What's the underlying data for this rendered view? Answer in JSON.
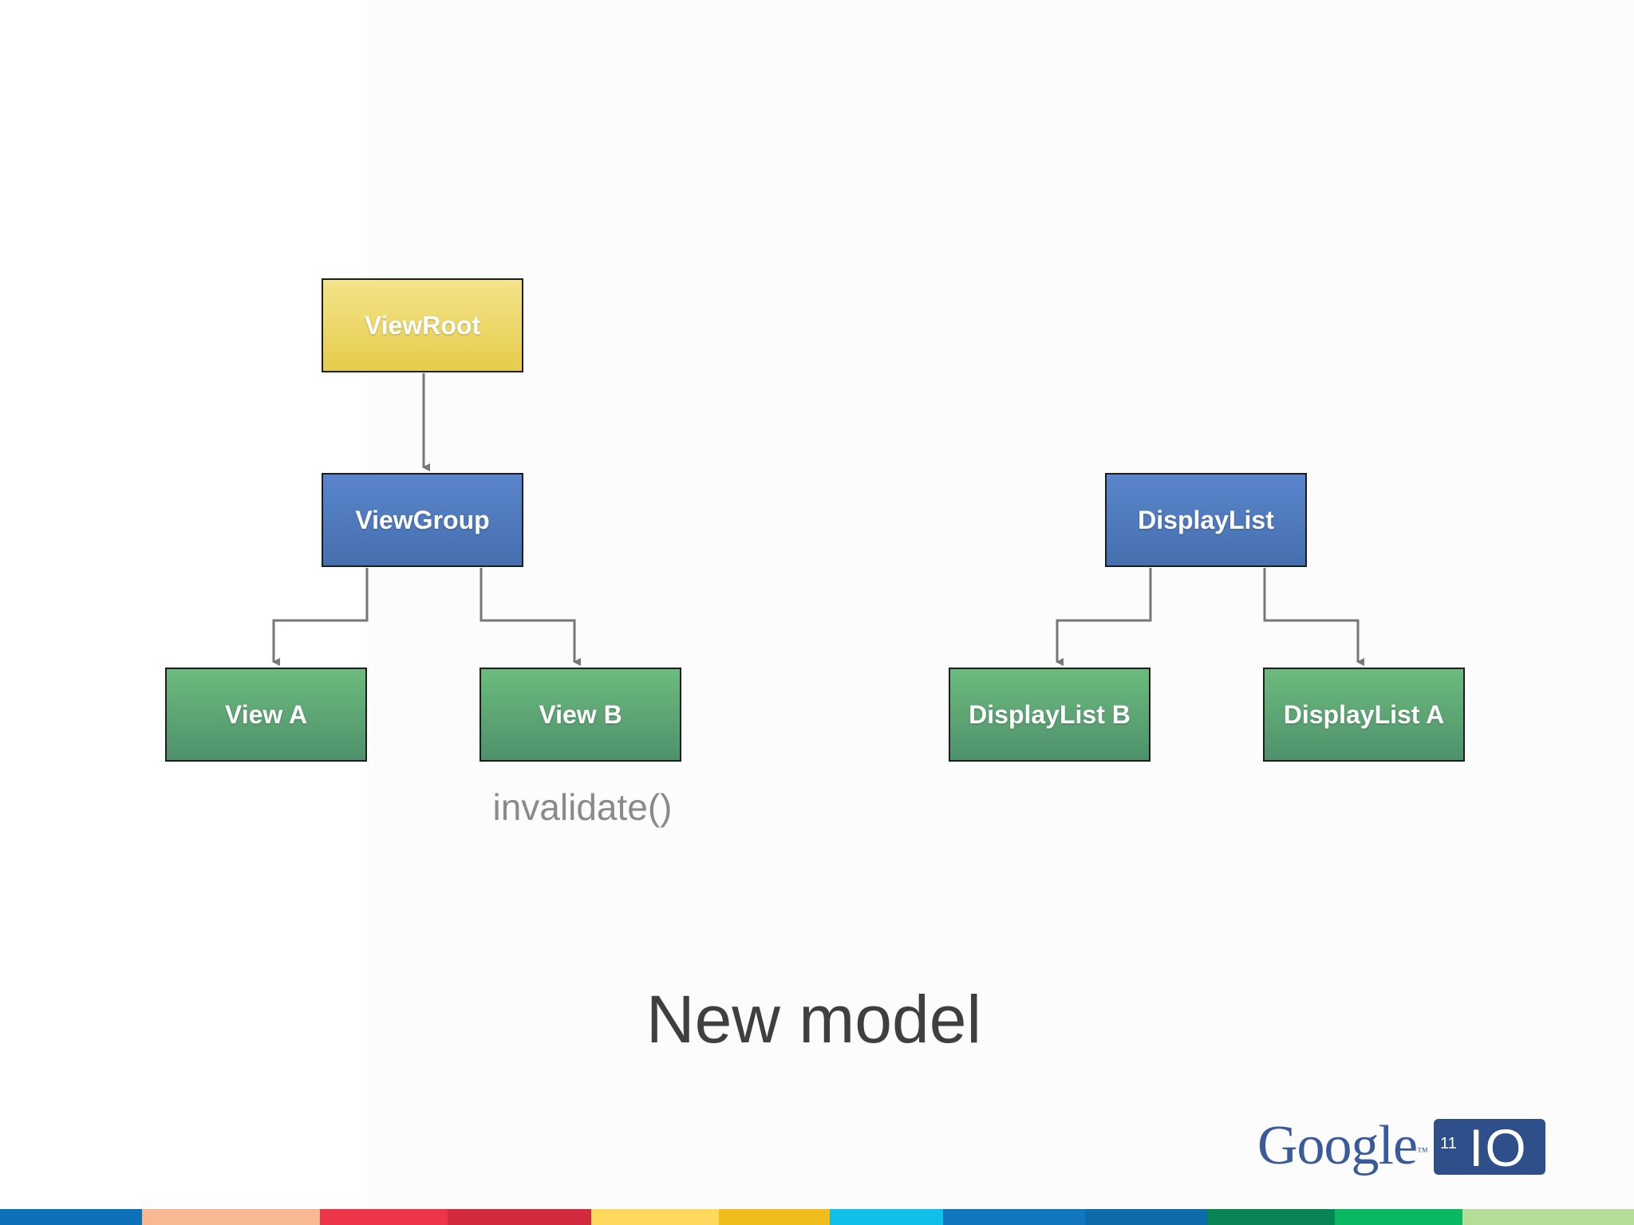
{
  "diagram": {
    "left_tree": {
      "root": "ViewRoot",
      "group": "ViewGroup",
      "children": [
        "View A",
        "View B"
      ]
    },
    "right_tree": {
      "root": "DisplayList",
      "children": [
        "DisplayList B",
        "DisplayList A"
      ]
    },
    "annotation": "invalidate()",
    "title": "New model"
  },
  "branding": {
    "logo_word": "Google",
    "logo_tm": "™",
    "badge_number": "11",
    "badge_text": "IO",
    "brand_color": "#2e4f8a"
  },
  "colors": {
    "root_node": "#e6cc4c",
    "group_node": "#456fae",
    "leaf_node": "#4f916c",
    "connector": "#777777"
  },
  "footer_bar": [
    {
      "color": "#0d71b9",
      "share": 0.087
    },
    {
      "color": "#f8b894",
      "share": 0.109
    },
    {
      "color": "#ee3447",
      "share": 0.078
    },
    {
      "color": "#d12b3d",
      "share": 0.088
    },
    {
      "color": "#ffd95e",
      "share": 0.078
    },
    {
      "color": "#f0bd1c",
      "share": 0.068
    },
    {
      "color": "#10c0e8",
      "share": 0.069
    },
    {
      "color": "#1177c0",
      "share": 0.087
    },
    {
      "color": "#0e6aa8",
      "share": 0.075
    },
    {
      "color": "#088455",
      "share": 0.078
    },
    {
      "color": "#0ab863",
      "share": 0.078
    },
    {
      "color": "#b4dd98",
      "share": 0.105
    }
  ]
}
